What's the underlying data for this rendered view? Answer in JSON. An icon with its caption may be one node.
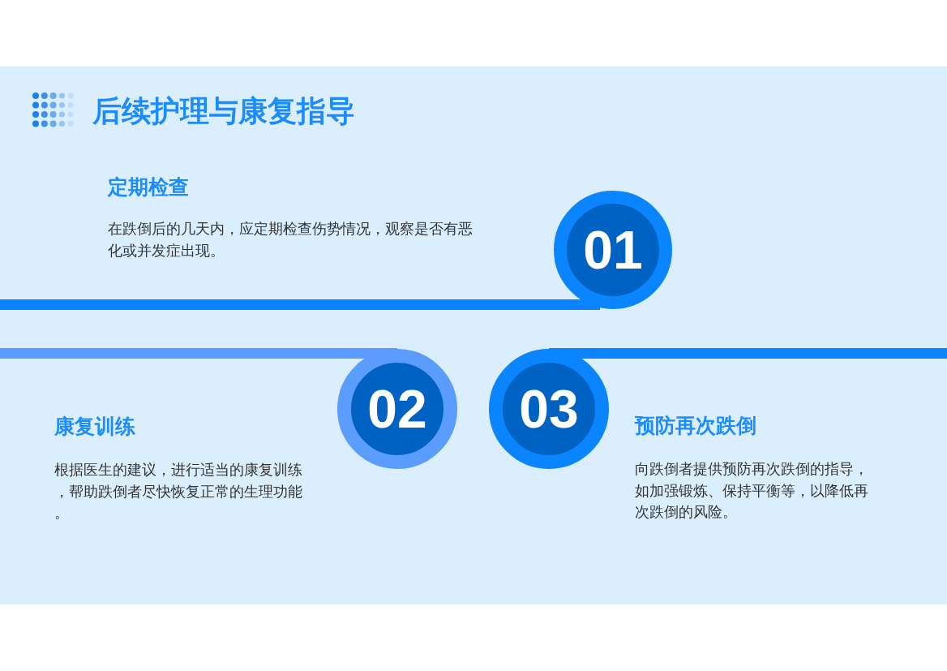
{
  "diagram": {
    "title": "后续护理与康复指导",
    "nodes": [
      {
        "text": [
          "01"
        ],
        "beside": [
          "定期检查",
          "在跌倒后的几天内，应定期检查伤势情况，观察是否有恶化或并发症出现。"
        ]
      },
      {
        "text": [
          "02"
        ],
        "beside": [
          "康复训练",
          "根据医生的建议，进行适当的康复训练，帮助跌倒者尽快恢复正常的生理功能。"
        ]
      },
      {
        "text": [
          "03"
        ],
        "beside": [
          "预防再次跌倒",
          "向跌倒者提供预防再次跌倒的指导，如加强锻炼、保持平衡等，以降低再次跌倒的风险。"
        ]
      }
    ]
  }
}
